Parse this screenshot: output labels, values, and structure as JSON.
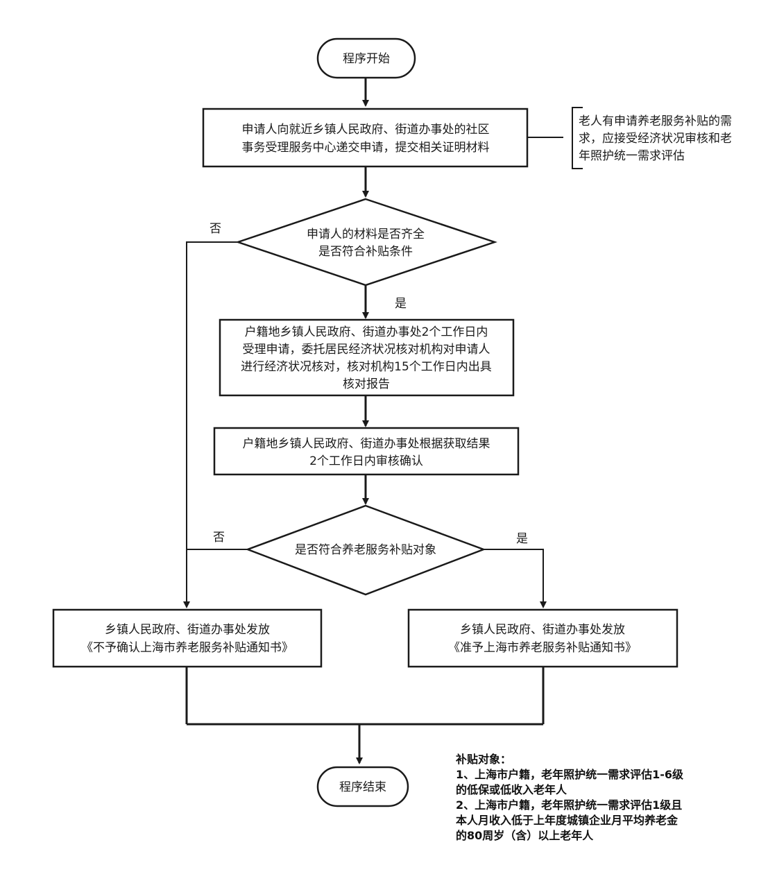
{
  "flow": {
    "start": "程序开始",
    "apply": [
      "申请人向就近乡镇人民政府、街道办事处的社区",
      "事务受理服务中心递交申请，提交相关证明材料"
    ],
    "side_note": [
      "老人有申请养老服务补贴的需",
      "求，应接受经济状况审核和老",
      "年照护统一需求评估"
    ],
    "check_materials": [
      "申请人的材料是否齐全",
      "是否符合补贴条件"
    ],
    "label_no_1": "否",
    "label_yes_1": "是",
    "economic_check": [
      "户籍地乡镇人民政府、街道办事处2个工作日内",
      "受理申请，委托居民经济状况核对机构对申请人",
      "进行经济状况核对，核对机构15个工作日内出具",
      "核对报告"
    ],
    "review": [
      "户籍地乡镇人民政府、街道办事处根据获取结果",
      "2个工作日内审核确认"
    ],
    "check_eligible": "是否符合养老服务补贴对象",
    "label_no_2": "否",
    "label_yes_2": "是",
    "reject_notice": [
      "乡镇人民政府、街道办事处发放",
      "《不予确认上海市养老服务补贴通知书》"
    ],
    "approve_notice": [
      "乡镇人民政府、街道办事处发放",
      "《准予上海市养老服务补贴通知书》"
    ],
    "end": "程序结束"
  },
  "notes": {
    "title": "补贴对象：",
    "item1_line1": "1、上海市户籍，老年照护统一需求评估1-6级",
    "item1_line2": "的低保或低收入老年人",
    "item2_line1": "2、上海市户籍，老年照护统一需求评估1级且",
    "item2_line2": "本人月收入低于上年度城镇企业月平均养老金",
    "item2_line3": "的80周岁（含）以上老年人"
  }
}
